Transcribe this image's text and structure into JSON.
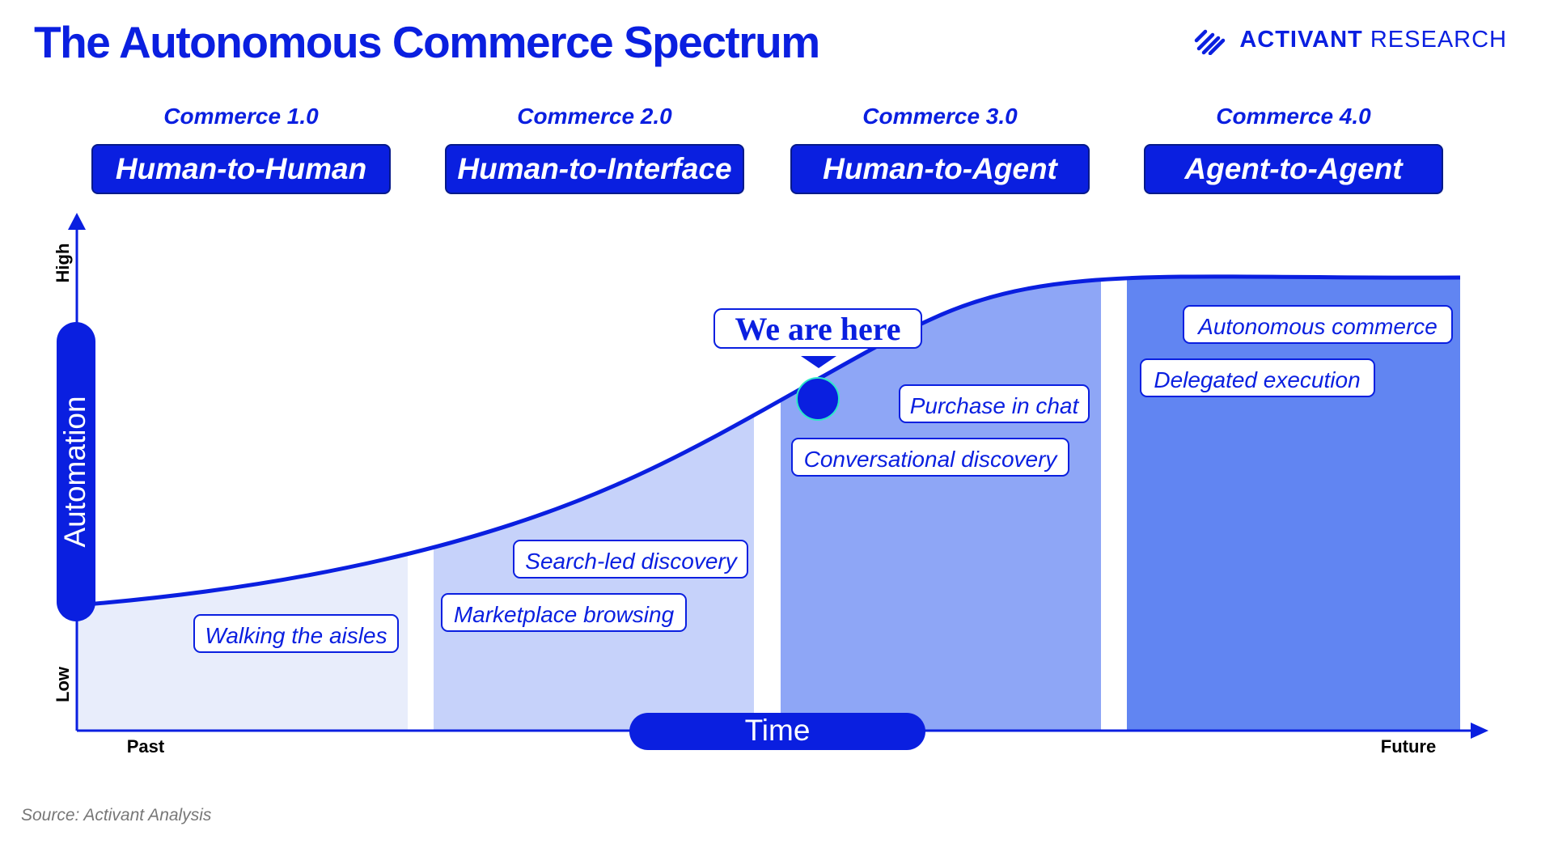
{
  "header": {
    "title": "The Autonomous Commerce Spectrum",
    "brand_bold": "ACTIVANT",
    "brand_light": "RESEARCH"
  },
  "eras": [
    {
      "label": "Commerce 1.0",
      "name": "Human-to-Human"
    },
    {
      "label": "Commerce 2.0",
      "name": "Human-to-Interface"
    },
    {
      "label": "Commerce 3.0",
      "name": "Human-to-Agent"
    },
    {
      "label": "Commerce 4.0",
      "name": "Agent-to-Agent"
    }
  ],
  "axes": {
    "y_label": "Automation",
    "y_high": "High",
    "y_low": "Low",
    "x_label": "Time",
    "x_start": "Past",
    "x_end": "Future"
  },
  "marker": {
    "label": "We are here"
  },
  "activities": {
    "walking_the_aisles": "Walking the aisles",
    "marketplace_browsing": "Marketplace browsing",
    "search_led_discovery": "Search-led discovery",
    "conversational_discovery": "Conversational discovery",
    "purchase_in_chat": "Purchase in chat",
    "delegated_execution": "Delegated execution",
    "autonomous_commerce": "Autonomous commerce"
  },
  "colors": {
    "accent": "#0a1fe0",
    "band_1": "#e8edfb",
    "band_2": "#c6d2fa",
    "band_3": "#8ea6f6",
    "band_4": "#6185f2",
    "marker_ring": "#2ee6c8"
  },
  "footer": {
    "source": "Source: Activant Analysis"
  }
}
